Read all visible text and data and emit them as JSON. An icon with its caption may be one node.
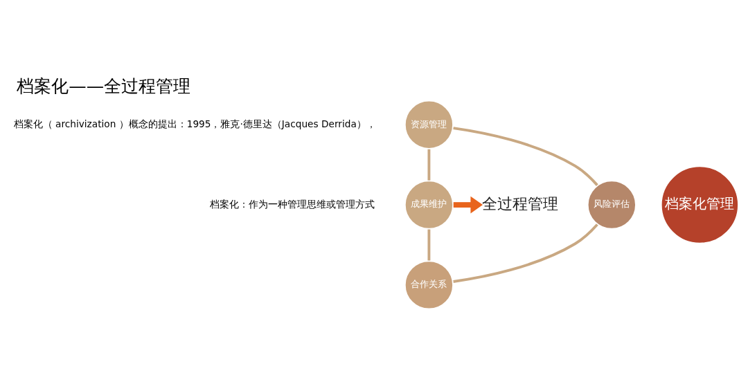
{
  "diagram": {
    "title": "档案化——全过程管理",
    "nodes": [
      {
        "text": [
          "资源管理"
        ]
      },
      {
        "text": [
          "风险评估"
        ]
      },
      {
        "text": [
          "档案化管理"
        ]
      },
      {
        "text": [
          "成果维护"
        ]
      },
      {
        "text": [
          "合作关系"
        ]
      },
      {
        "text": [
          "全过程管理"
        ]
      }
    ],
    "edges": [
      {
        "from": 0,
        "to": 3,
        "arrow": "none"
      },
      {
        "from": 3,
        "to": 4,
        "arrow": "none"
      },
      {
        "from": 4,
        "to": 1,
        "arrow": "none"
      },
      {
        "from": 1,
        "to": 0,
        "arrow": "none"
      },
      {
        "from": 3,
        "to": 5,
        "arrow": "to",
        "style": "thick",
        "color": "#e8641c"
      }
    ],
    "labels": [
      "档案化（ archivization ）概念的提出：1995，雅克·德里达（Jacques Derrida），",
      "档案化：作为一种管理思维或管理方式"
    ]
  }
}
